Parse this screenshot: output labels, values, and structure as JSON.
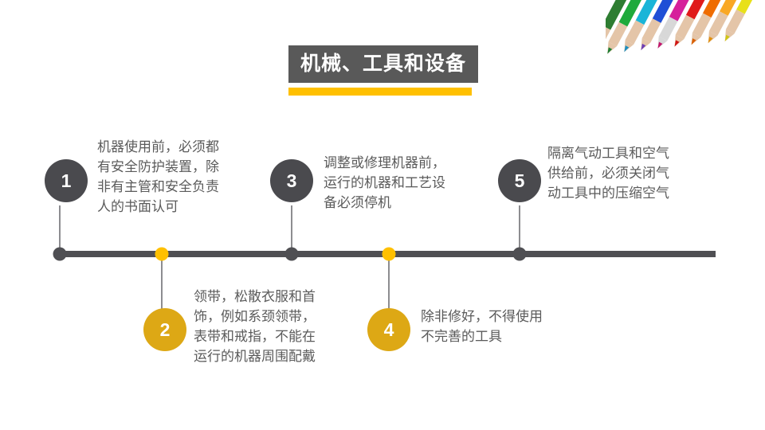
{
  "slide": {
    "title": "机械、工具和设备",
    "background_color": "#ffffff",
    "title_block_color": "#595959",
    "title_underline_color": "#ffc000",
    "accent_gold": "#dda815",
    "accent_dark": "#4a4a4e",
    "text_color": "#5b5b5b"
  },
  "decoration": {
    "name": "colored-pencils",
    "pencil_colors": [
      "#2e7d32",
      "#1faa3c",
      "#19b5d8",
      "#1f7ad6",
      "#7b3fb5",
      "#d6219b",
      "#e01b1b",
      "#ef6c00",
      "#f9a825",
      "#e8e019"
    ]
  },
  "timeline": {
    "items": [
      {
        "number": "1",
        "text": "机器使用前，必须都\n有安全防护装置，除\n非有主管和安全负责\n人的书面认可",
        "position": "above",
        "style": "dark"
      },
      {
        "number": "2",
        "text": "领带，松散衣服和首\n饰，例如系颈领带，\n表带和戒指，不能在\n运行的机器周围配戴",
        "position": "below",
        "style": "gold"
      },
      {
        "number": "3",
        "text": "调整或修理机器前，\n运行的机器和工艺设\n备必须停机",
        "position": "above",
        "style": "dark"
      },
      {
        "number": "4",
        "text": "除非修好，不得使用\n不完善的工具",
        "position": "below",
        "style": "gold"
      },
      {
        "number": "5",
        "text": "隔离气动工具和空气\n供给前，必须关闭气\n动工具中的压缩空气",
        "position": "above",
        "style": "dark"
      }
    ]
  }
}
